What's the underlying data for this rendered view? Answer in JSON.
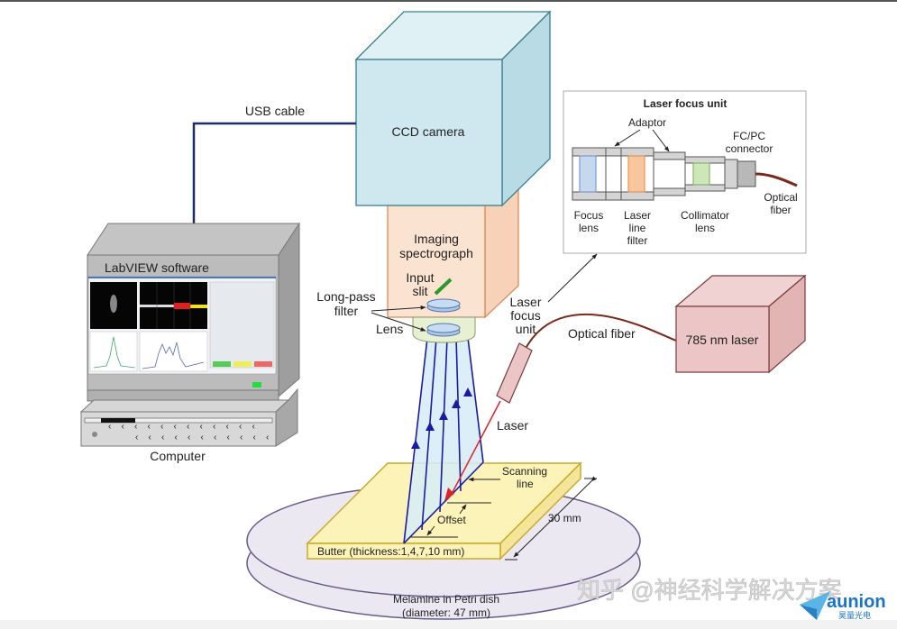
{
  "diagram": {
    "type": "experimental-setup",
    "components": {
      "ccd_camera": "CCD camera",
      "usb_cable": "USB cable",
      "computer_screen_title": "LabVIEW software",
      "computer": "Computer",
      "imaging_spectrograph": [
        "Imaging",
        "spectrograph"
      ],
      "input_slit": [
        "Input",
        "slit"
      ],
      "long_pass_filter": [
        "Long-pass",
        "filter"
      ],
      "lens": "Lens",
      "laser_focus_unit": [
        "Laser",
        "focus",
        "unit"
      ],
      "optical_fiber": "Optical fiber",
      "laser_source": "785 nm laser",
      "laser_beam": "Laser",
      "scanning_line": [
        "Scanning",
        "line"
      ],
      "offset": "Offset",
      "butter": "Butter (thickness:1,4,7,10 mm)",
      "dimension": "30 mm",
      "petri_dish": [
        "Melamine in Petri dish",
        "(diameter: 47 mm)"
      ]
    },
    "inset": {
      "title": "Laser focus unit",
      "adaptor": "Adaptor",
      "fcpc": [
        "FC/PC",
        "connector"
      ],
      "focus_lens": [
        "Focus",
        "lens"
      ],
      "laser_line_filter": [
        "Laser",
        "line",
        "filter"
      ],
      "collimator_lens": [
        "Collimator",
        "lens"
      ],
      "optical_fiber": [
        "Optical",
        "fiber"
      ]
    },
    "colors": {
      "camera_fill": "#cfe8f0",
      "camera_stroke": "#3a7f8c",
      "spectrograph_fill": "#fbe3d2",
      "spectrograph_stroke": "#d9834a",
      "laser_box_fill": "#ecc6c6",
      "laser_box_stroke": "#7a3b3b",
      "beam_blue": "#1a1aa6",
      "laser_red": "#e0202a",
      "butter_fill": "#fbf3b8",
      "butter_stroke": "#c9a92a",
      "dish_fill": "#ece8f2",
      "dish_stroke": "#6a5a8a",
      "fiber": "#7a2a1a"
    }
  },
  "watermark": {
    "text": "知乎 @神经科学解决方案",
    "brand": "aunion",
    "brand_sub": "昊量光电"
  }
}
